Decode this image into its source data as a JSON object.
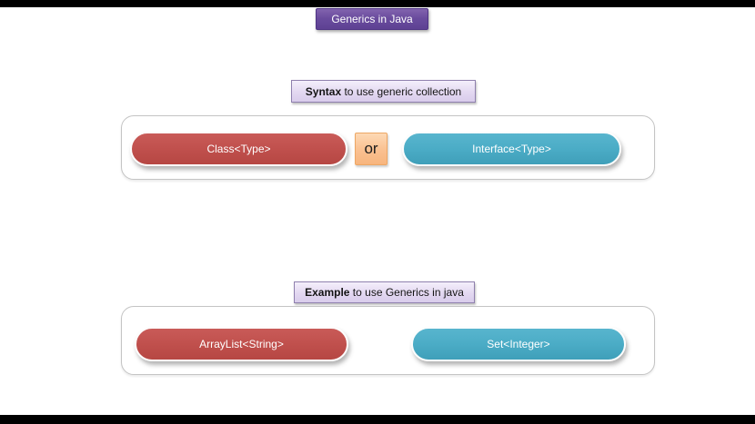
{
  "page": {
    "background_color": "#ffffff",
    "letterbox_bar_color": "#000000"
  },
  "title": {
    "label": "Generics in Java",
    "bg_color": "#6a4c9e",
    "text_color": "#ffffff"
  },
  "syntax_section": {
    "label_bold": "Syntax",
    "label_rest": " to use generic collection",
    "label_bg_color": "#e3d8f1",
    "connector": {
      "label": "or",
      "bg_color": "#fac090"
    },
    "items": [
      {
        "label": "Class<Type>",
        "color": "#c0504d"
      },
      {
        "label": "Interface<Type>",
        "color": "#4bacc6"
      }
    ]
  },
  "example_section": {
    "label_bold": "Example",
    "label_rest": " to use Generics in java",
    "label_bg_color": "#e3d8f1",
    "items": [
      {
        "label": "ArrayList<String>",
        "color": "#c0504d"
      },
      {
        "label": "Set<Integer>",
        "color": "#4bacc6"
      }
    ]
  }
}
